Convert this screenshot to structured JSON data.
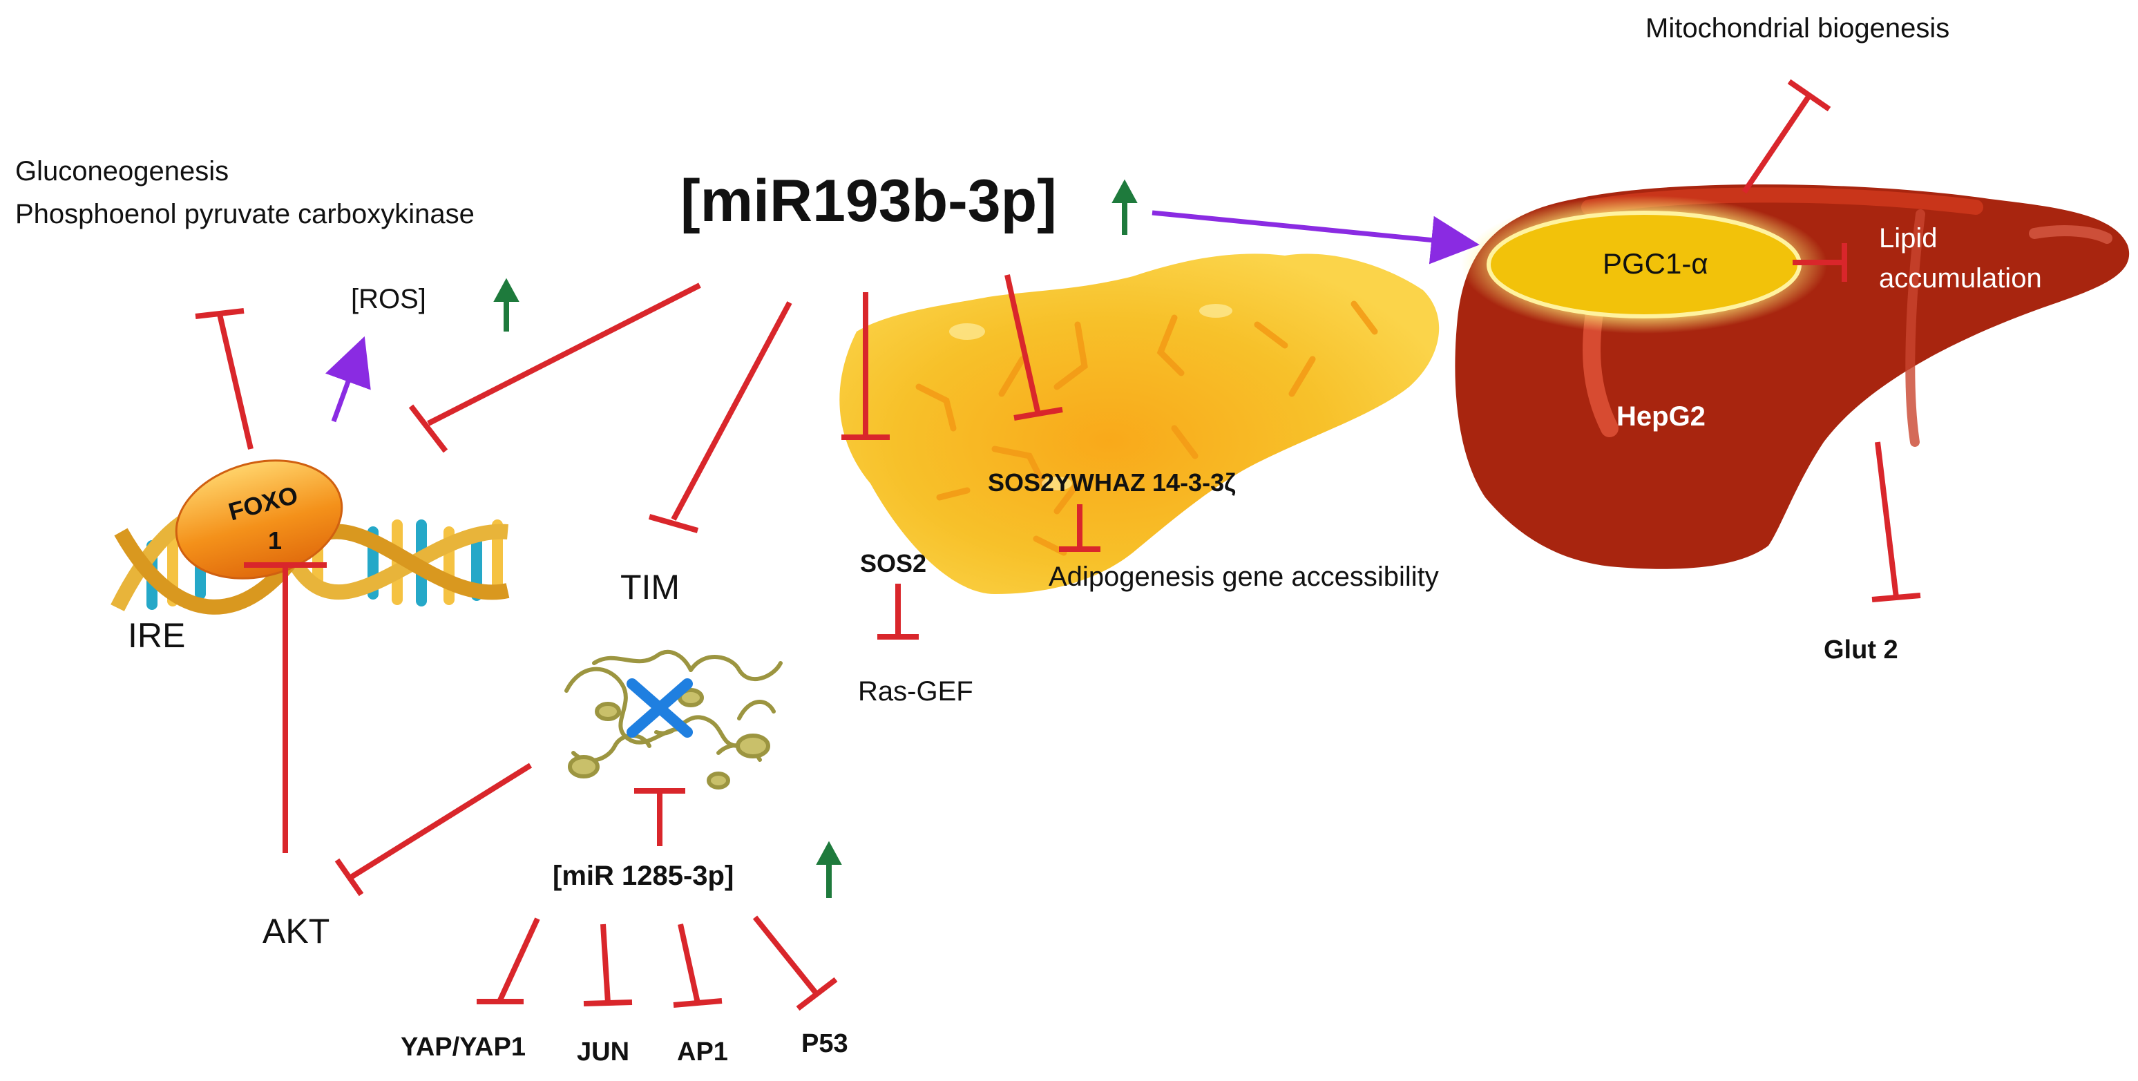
{
  "labels": {
    "gluco_1": "Gluconeogenesis",
    "gluco_2": "Phosphoenol pyruvate carboxykinase",
    "mir193": "[miR193b-3p]",
    "ros": "[ROS]",
    "foxo_1": "FOXO",
    "foxo_2": "1",
    "ire": "IRE",
    "tim": "TIM",
    "akt": "AKT",
    "mir1285": "[miR 1285-3p]",
    "yap": "YAP/YAP1",
    "jun": "JUN",
    "ap1": "AP1",
    "p53": "P53",
    "sos2ywhaz": "SOS2YWHAZ 14-3-3ζ",
    "sos2": "SOS2",
    "adipo": "Adipogenesis gene accessibility",
    "rasgef": "Ras-GEF",
    "mito": "Mitochondrial biogenesis",
    "pgc1": "PGC1-α",
    "lipid_1": "Lipid",
    "lipid_2": "accumulation",
    "hepg2": "HepG2",
    "glut2": "Glut 2"
  },
  "colors": {
    "inhibit": "#d9262b",
    "activate": "#8a2be2",
    "up_arrow": "#1e7a3c",
    "liver": "#a8250f",
    "pancreas": "#f5b81c",
    "foxo": "#f08a12",
    "pgc1": "#f2c20a",
    "cross": "#1f7fe0"
  },
  "icons": [
    "up-arrow-icon",
    "inhibition-bar-icon",
    "activation-arrow-icon",
    "dna-helix-icon",
    "protein-structure-icon",
    "cross-icon",
    "liver-icon",
    "pancreas-icon"
  ]
}
